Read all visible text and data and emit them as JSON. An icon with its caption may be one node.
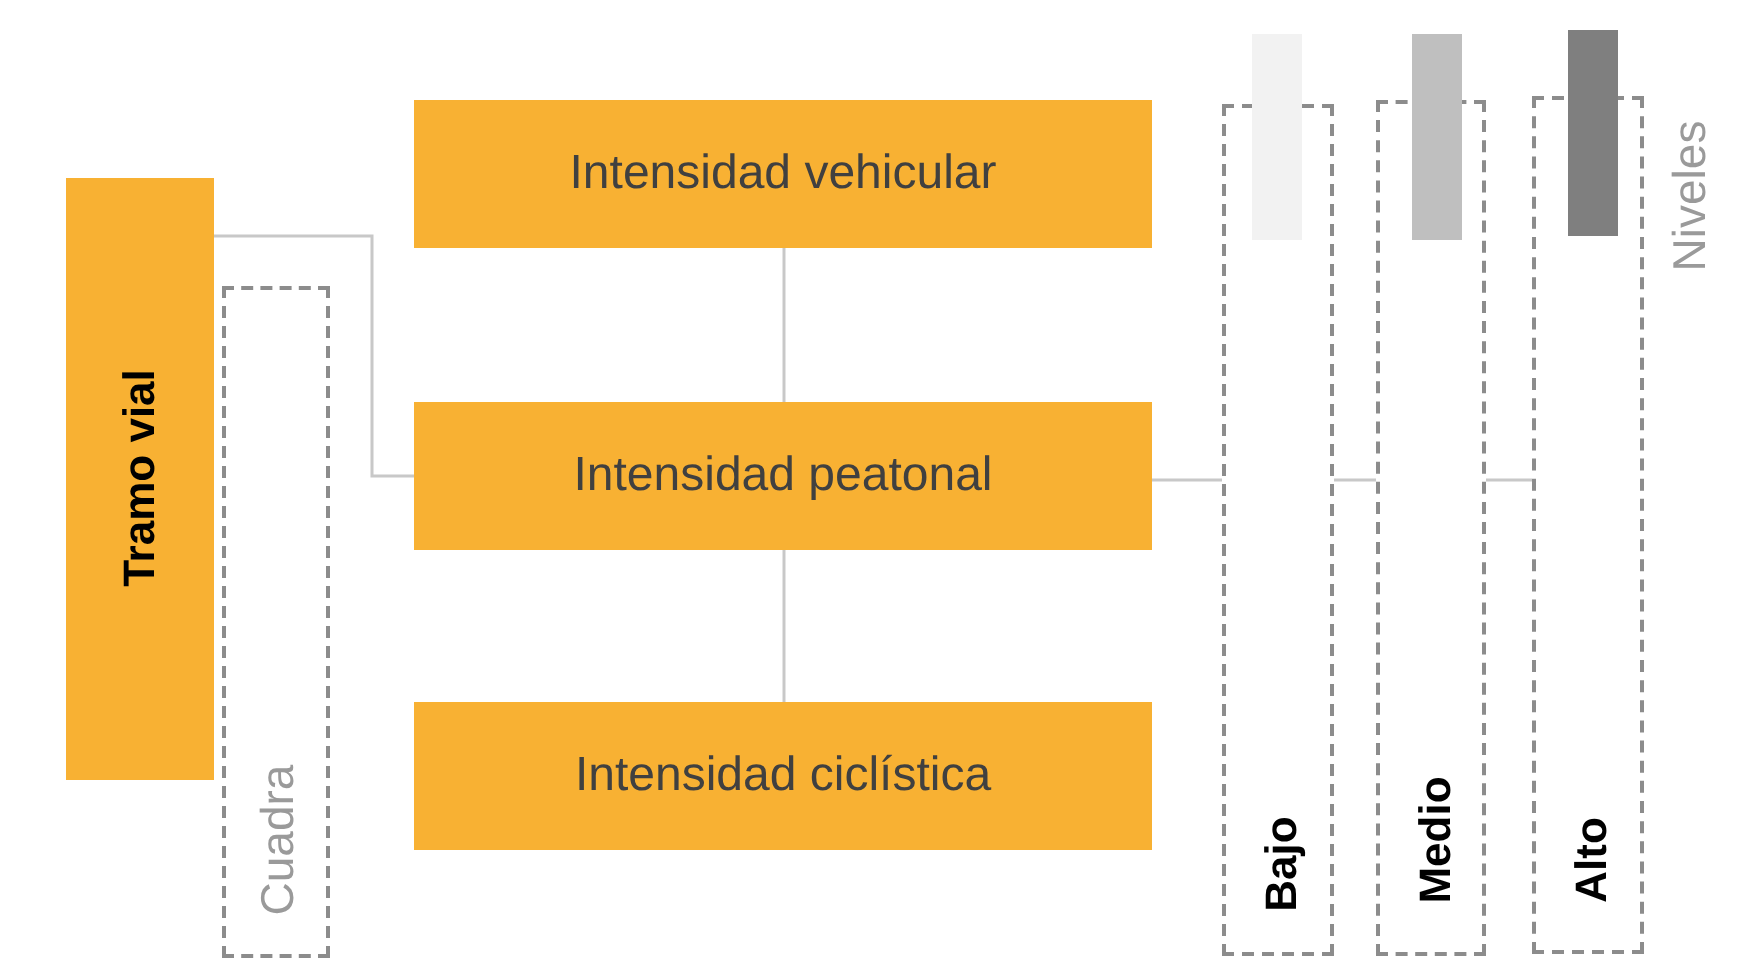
{
  "diagram": {
    "nodes": [
      {
        "text": [
          "Tramo vial"
        ]
      },
      {
        "text": [
          "Cuadra"
        ]
      },
      {
        "text": [
          "Intensidad vehicular"
        ]
      },
      {
        "text": [
          "Intensidad peatonal"
        ]
      },
      {
        "text": [
          "Intensidad ciclística"
        ]
      },
      {
        "text": [
          "Bajo"
        ]
      },
      {
        "text": [
          "Medio"
        ]
      },
      {
        "text": [
          "Alto"
        ]
      },
      {
        "text": [],
        "shape": "bar"
      },
      {
        "text": [],
        "shape": "bar"
      },
      {
        "text": [],
        "shape": "bar"
      }
    ],
    "edges": [
      {
        "from": 0,
        "to": 3,
        "arrow": "none"
      },
      {
        "from": 2,
        "to": 3,
        "arrow": "none"
      },
      {
        "from": 3,
        "to": 4,
        "arrow": "none"
      },
      {
        "from": 3,
        "to": 5,
        "arrow": "none"
      },
      {
        "from": 5,
        "to": 6,
        "arrow": "none"
      },
      {
        "from": 6,
        "to": 7,
        "arrow": "none"
      }
    ],
    "labels": [
      "Niveles"
    ]
  }
}
